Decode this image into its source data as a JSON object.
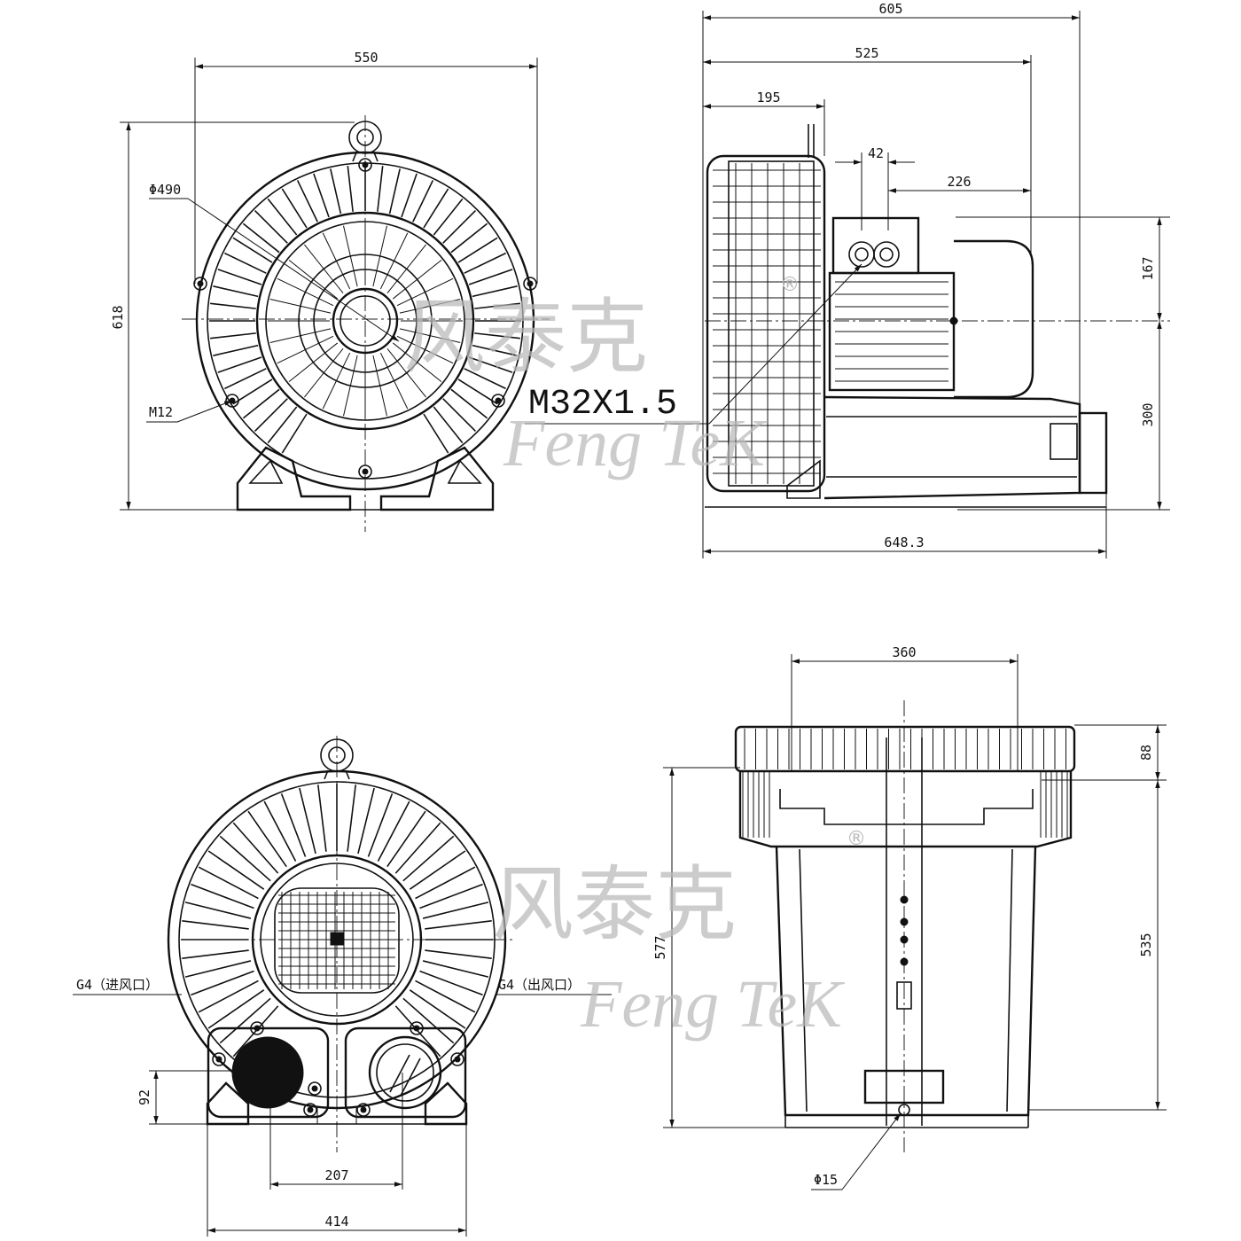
{
  "dimensions": {
    "front_width": "550",
    "front_height": "618",
    "front_diameter": "Φ490",
    "front_bolt": "M12",
    "side_total": "605",
    "side_525": "525",
    "side_195": "195",
    "side_42": "42",
    "side_226": "226",
    "side_167": "167",
    "side_300": "300",
    "side_base": "648.3",
    "side_thread": "M32X1.5",
    "rear_inlet": "G4（进风口）",
    "rear_outlet": "G4（出风口）",
    "rear_92": "92",
    "rear_207": "207",
    "rear_414": "414",
    "bottom_360": "360",
    "bottom_88": "88",
    "bottom_577": "577",
    "bottom_535": "535",
    "bottom_hole": "Φ15"
  },
  "watermark": {
    "cn": "风泰克",
    "en": "Feng TeK",
    "reg": "®"
  }
}
